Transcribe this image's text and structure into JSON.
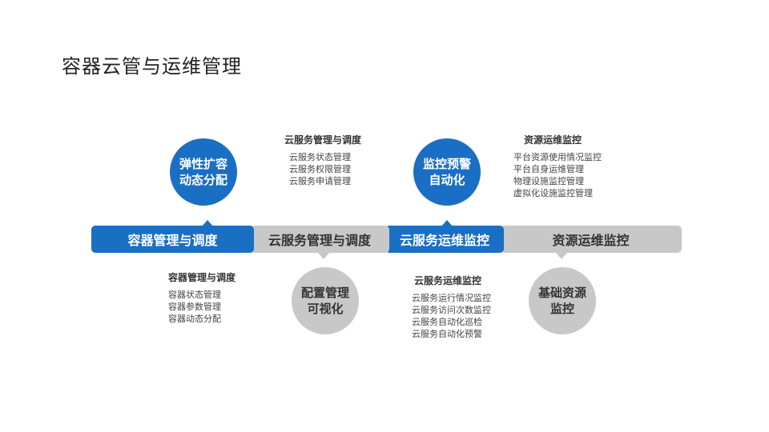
{
  "title": "容器云管与运维管理",
  "colors": {
    "accent": "#1a6fc4",
    "neutral": "#c8c8c8"
  },
  "stages": [
    {
      "label": "容器管理与调度",
      "tone": "blue"
    },
    {
      "label": "云服务管理与调度",
      "tone": "gray"
    },
    {
      "label": "云服务运维监控",
      "tone": "blue"
    },
    {
      "label": "资源运维监控",
      "tone": "gray"
    }
  ],
  "circles": [
    {
      "line1": "弹性扩容",
      "line2": "动态分配"
    },
    {
      "line1": "配置管理",
      "line2": "可视化"
    },
    {
      "line1": "监控预警",
      "line2": "自动化"
    },
    {
      "line1": "基础资源",
      "line2": "监控"
    }
  ],
  "details": [
    {
      "heading": "容器管理与调度",
      "items": [
        "容器状态管理",
        "容器参数管理",
        "容器动态分配"
      ]
    },
    {
      "heading": "云服务管理与调度",
      "items": [
        "云服务状态管理",
        "云服务权限管理",
        "云服务申请管理"
      ]
    },
    {
      "heading": "云服务运维监控",
      "items": [
        "云服务运行情况监控",
        "云服务访问次数监控",
        "云服务自动化巡检",
        "云服务自动化预警"
      ]
    },
    {
      "heading": "资源运维监控",
      "items": [
        "平台资源使用情况监控",
        "平台自身运维管理",
        "物理设施监控管理",
        "虚拟化设施监控管理"
      ]
    }
  ]
}
